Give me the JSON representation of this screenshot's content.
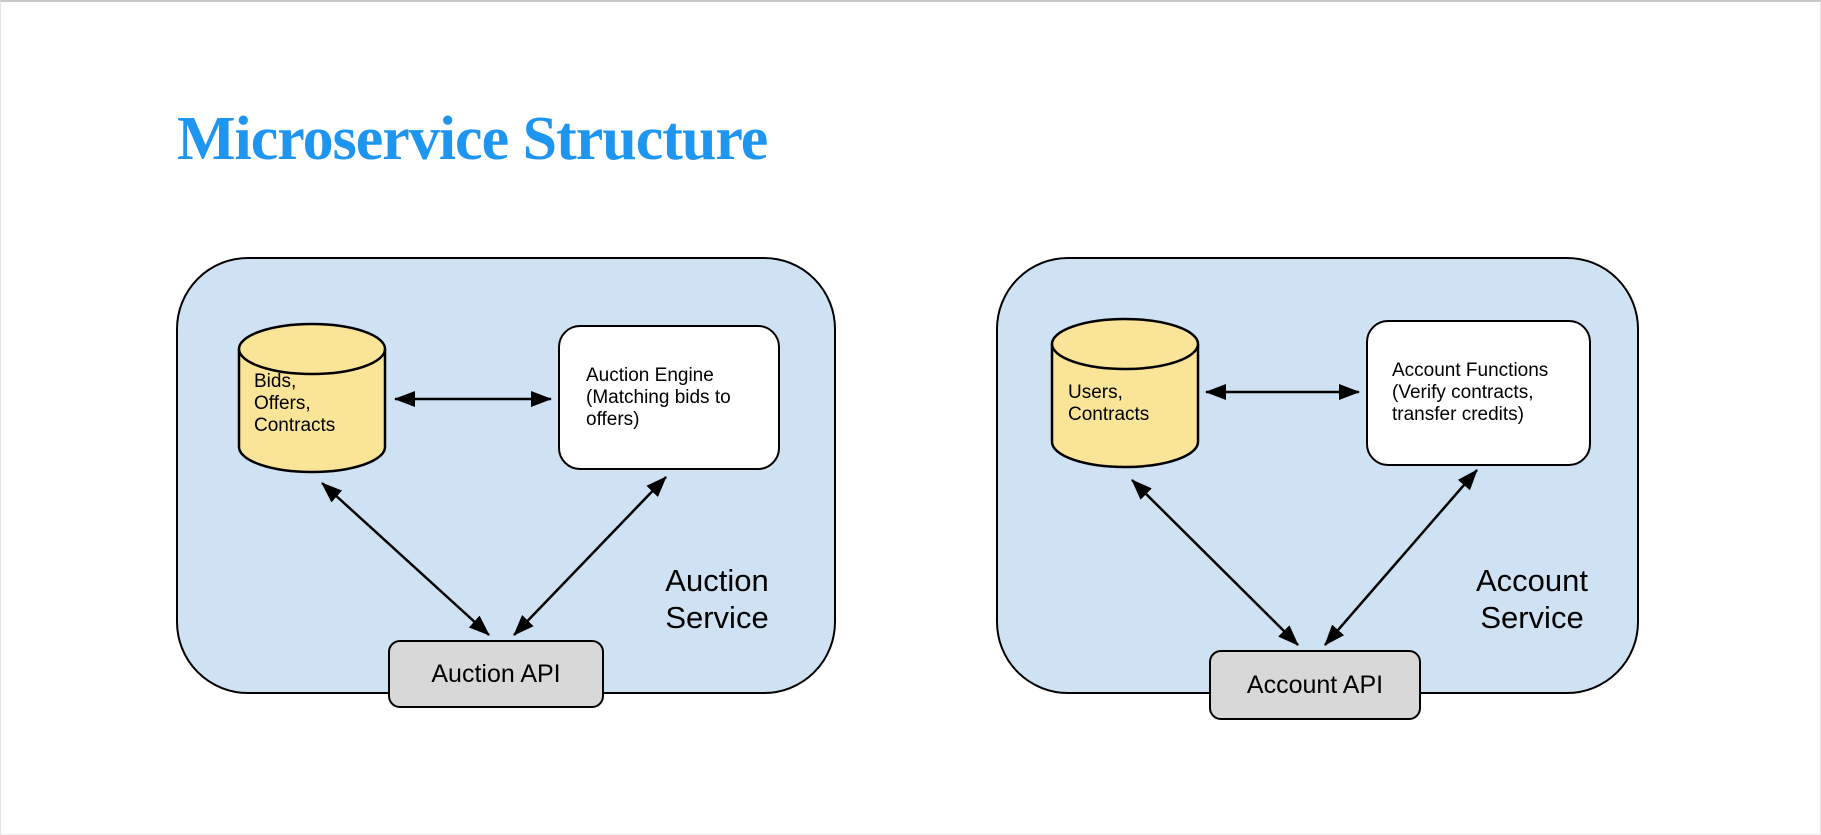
{
  "title": "Microservice Structure",
  "colors": {
    "title_blue": "#1e96f0",
    "panel_fill": "#cfe2f3",
    "database_fill": "#fae498",
    "api_fill": "#d8d8d8",
    "box_fill": "#ffffff",
    "line": "#000000"
  },
  "auction_service": {
    "service_label": "Auction\nService",
    "database_label": "Bids,\nOffers,\nContracts",
    "engine_label": "Auction Engine\n(Matching bids to\noffers)",
    "api_label": "Auction API"
  },
  "account_service": {
    "service_label": "Account\nService",
    "database_label": "Users,\nContracts",
    "functions_label": "Account Functions\n(Verify contracts,\ntransfer credits)",
    "api_label": "Account API"
  }
}
